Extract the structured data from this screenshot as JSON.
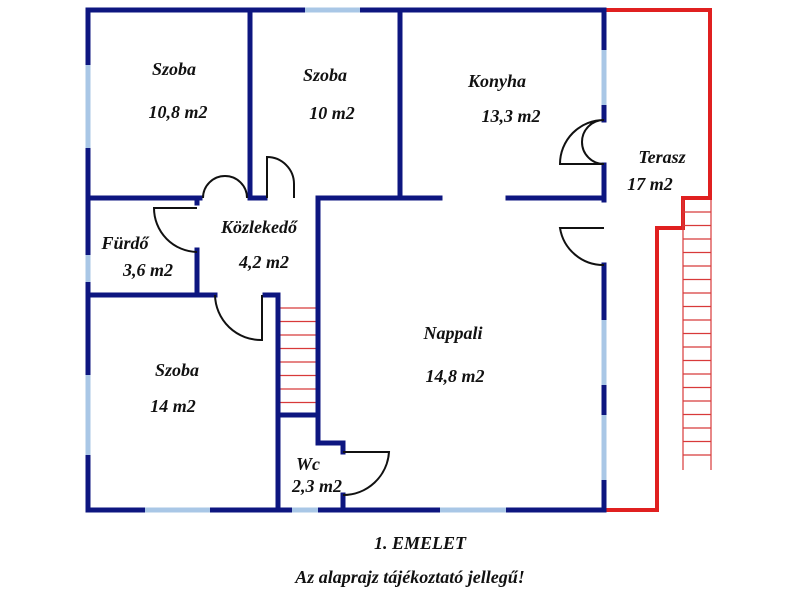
{
  "colors": {
    "wall": "#0d1680",
    "window": "#a9c7e6",
    "terrace": "#e02020",
    "stairs": "#d83a3a",
    "door": "#111111"
  },
  "rooms": [
    {
      "name": "Szoba",
      "area": "10,8 m2"
    },
    {
      "name": "Szoba",
      "area": "10 m2"
    },
    {
      "name": "Konyha",
      "area": "13,3 m2"
    },
    {
      "name": "Terasz",
      "area": "17 m2"
    },
    {
      "name": "Fürdő",
      "area": "3,6 m2"
    },
    {
      "name": "Közlekedő",
      "area": "4,2 m2"
    },
    {
      "name": "Nappali",
      "area": "14,8 m2"
    },
    {
      "name": "Szoba",
      "area": "14 m2"
    },
    {
      "name": "Wc",
      "area": "2,3 m2"
    }
  ],
  "caption": {
    "floor": "1. EMELET",
    "note": "Az alaprajz tájékoztató jellegű!"
  }
}
